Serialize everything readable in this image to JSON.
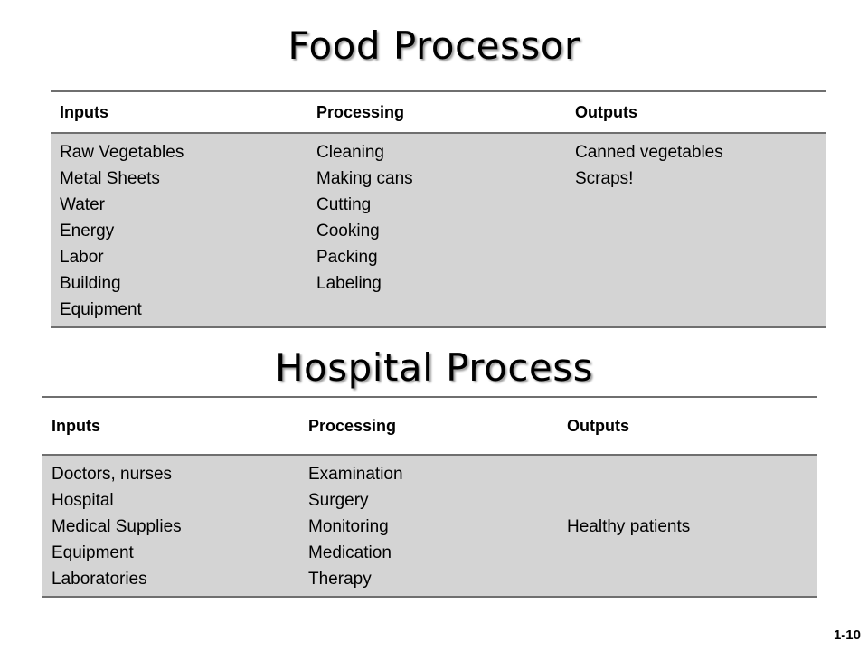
{
  "food": {
    "title": "Food Processor",
    "headers": [
      "Inputs",
      "Processing",
      "Outputs"
    ],
    "inputs": [
      "Raw Vegetables",
      "Metal Sheets",
      "Water",
      "Energy",
      "Labor",
      "Building",
      "Equipment"
    ],
    "processing": [
      "Cleaning",
      "Making cans",
      "Cutting",
      "Cooking",
      "Packing",
      "Labeling"
    ],
    "outputs": [
      "Canned vegetables",
      "Scraps!"
    ]
  },
  "hospital": {
    "title": "Hospital Process",
    "headers": [
      "Inputs",
      "Processing",
      "Outputs"
    ],
    "inputs": [
      "Doctors, nurses",
      "Hospital",
      "Medical Supplies",
      "Equipment",
      "Laboratories"
    ],
    "processing": [
      "Examination",
      "Surgery",
      "Monitoring",
      "Medication",
      "Therapy"
    ],
    "outputs": [
      "Healthy patients"
    ]
  },
  "slide_number": "1-10"
}
